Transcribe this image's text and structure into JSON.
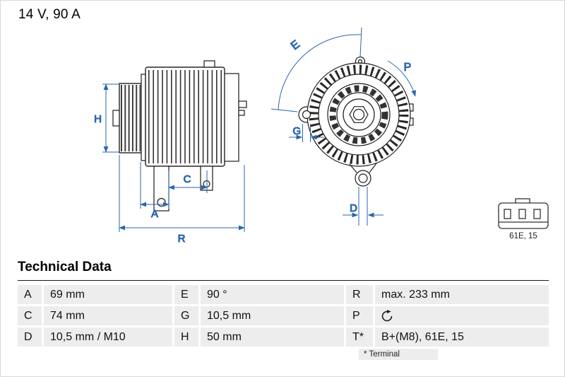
{
  "header": {
    "rating": "14 V, 90 A"
  },
  "diagram": {
    "side_labels": {
      "H": "H",
      "A": "A",
      "C": "C",
      "R": "R"
    },
    "front_labels": {
      "E": "E",
      "P": "P",
      "G": "G",
      "D": "D"
    },
    "connector_label": "61E, 15",
    "dimension_color": "#2b66ad"
  },
  "table": {
    "title": "Technical Data",
    "rows": [
      [
        {
          "key": "A",
          "value": "69 mm"
        },
        {
          "key": "E",
          "value": "90 °"
        },
        {
          "key": "R",
          "value": "max. 233 mm"
        }
      ],
      [
        {
          "key": "C",
          "value": "74 mm"
        },
        {
          "key": "G",
          "value": "10,5 mm"
        },
        {
          "key": "P",
          "value": "",
          "icon": "rotation-clockwise"
        }
      ],
      [
        {
          "key": "D",
          "value": "10,5 mm / M10"
        },
        {
          "key": "H",
          "value": "50 mm"
        },
        {
          "key": "T*",
          "value": "B+(M8), 61E, 15"
        }
      ]
    ],
    "footnote": "* Terminal"
  }
}
